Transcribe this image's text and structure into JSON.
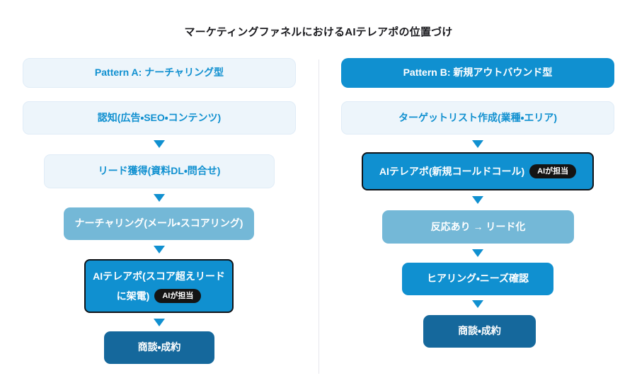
{
  "title": "マーケティングファネルにおけるAIテレアポの位置づけ",
  "colors": {
    "accent_blue": "#1090d0",
    "light_box_bg": "#edf5fb",
    "medium_blue": "#74b8d7",
    "dark_blue": "#15689c",
    "badge_bg": "#141414",
    "divider": "#e7e7ec"
  },
  "pattern_a": {
    "header": "Pattern A: ナーチャリング型",
    "steps": [
      {
        "label": "認知(広告・SEO・コンテンツ)"
      },
      {
        "label": "リード獲得(資料DL・問合せ)"
      },
      {
        "label": "ナーチャリング(メール・スコアリング)"
      },
      {
        "label": "AIテレアポ(スコア超えリードに架電)",
        "badge": "AIが担当"
      },
      {
        "label": "商談・成約"
      }
    ]
  },
  "pattern_b": {
    "header": "Pattern B: 新規アウトバウンド型",
    "steps": [
      {
        "label": "ターゲットリスト作成(業種・エリア)"
      },
      {
        "label": "AIテレアポ(新規コールドコール)",
        "badge": "AIが担当"
      },
      {
        "label": "反応あり → リード化"
      },
      {
        "label": "ヒアリング・ニーズ確認"
      },
      {
        "label": "商談・成約"
      }
    ]
  }
}
